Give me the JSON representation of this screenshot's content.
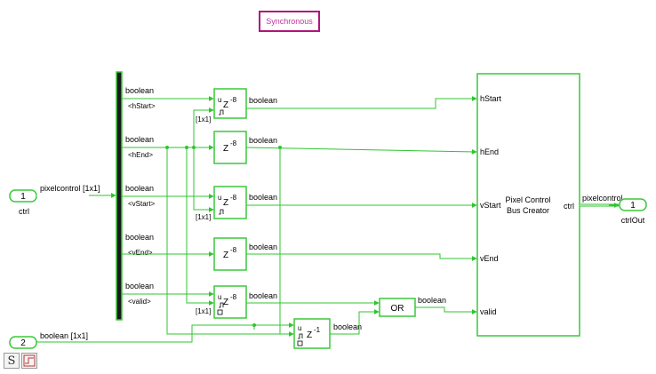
{
  "annotation": {
    "sync_label": "Synchronous"
  },
  "inports": [
    {
      "number": "1",
      "name": "ctrl",
      "signal": "pixelcontrol [1x1]"
    },
    {
      "number": "2",
      "name": "",
      "signal": "boolean [1x1]"
    }
  ],
  "outport": {
    "number": "1",
    "name": "ctrlOut",
    "signal": "pixelcontrol"
  },
  "bus_selector": {
    "outputs": [
      {
        "type": "boolean",
        "element": "<hStart>"
      },
      {
        "type": "boolean",
        "element": "<hEnd>"
      },
      {
        "type": "boolean",
        "element": "<vStart>"
      },
      {
        "type": "boolean",
        "element": "<vEnd>"
      },
      {
        "type": "boolean",
        "element": "<valid>"
      }
    ]
  },
  "delays": {
    "delay_label": "Z",
    "delay_exp": "-8",
    "single_delay_exp": "-1",
    "u_label": "u",
    "size_label": "[1x1]",
    "out_type": "boolean"
  },
  "or_block": {
    "label": "OR",
    "out_type": "boolean"
  },
  "bus_creator": {
    "title_line1": "Pixel Control",
    "title_line2": "Bus Creator",
    "inputs": [
      "hStart",
      "hEnd",
      "vStart",
      "vEnd",
      "valid"
    ],
    "output": "ctrl"
  },
  "toolbar": {
    "sample_time_btn": "S",
    "scope_btn": "step"
  },
  "colors": {
    "wire": "#2fc42f",
    "block_border": "#3ac93a",
    "annotation": "#b0157a"
  }
}
